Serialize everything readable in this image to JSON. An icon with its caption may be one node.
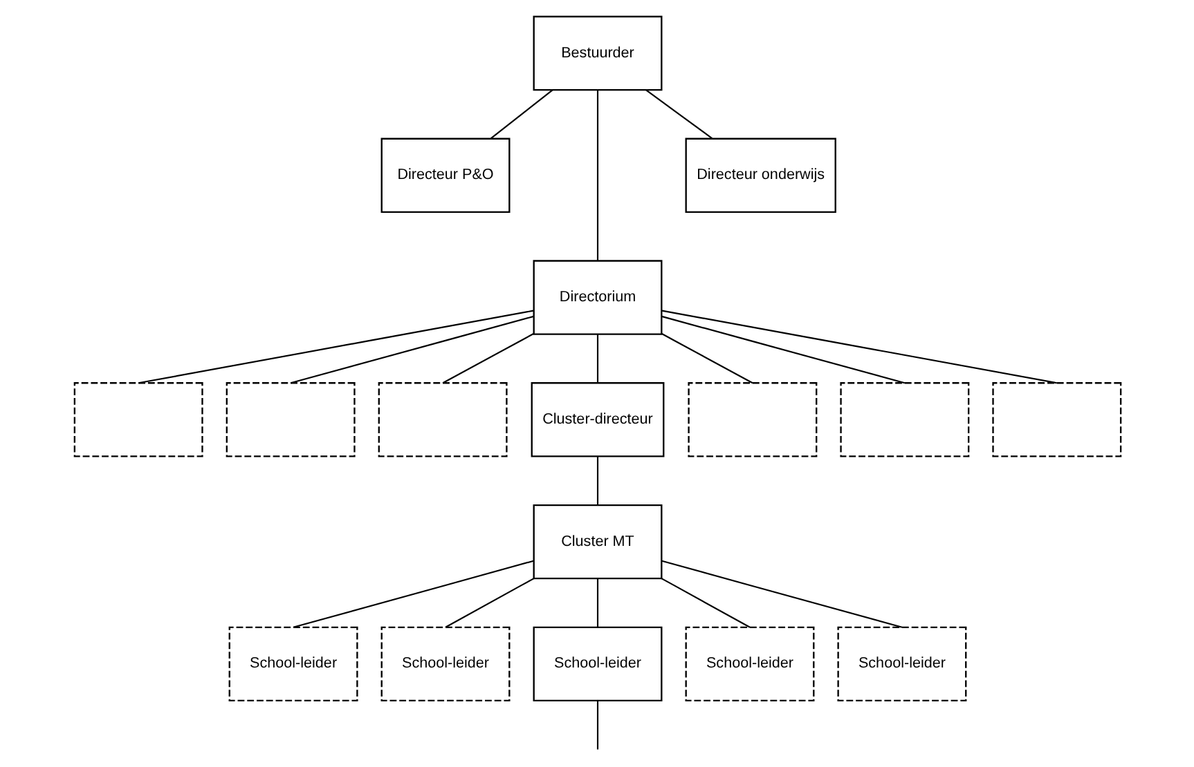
{
  "diagram": {
    "nodes": [
      {
        "text": [
          "Bestuurder"
        ]
      },
      {
        "text": [
          "Directeur P&O"
        ]
      },
      {
        "text": [
          "Directeur onderwijs"
        ]
      },
      {
        "text": [
          "Directorium"
        ]
      },
      {
        "text": [],
        "shape": "box"
      },
      {
        "text": [],
        "shape": "box"
      },
      {
        "text": [],
        "shape": "box"
      },
      {
        "text": [
          "Cluster-directeur"
        ]
      },
      {
        "text": [],
        "shape": "box"
      },
      {
        "text": [],
        "shape": "box"
      },
      {
        "text": [],
        "shape": "box"
      },
      {
        "text": [
          "Cluster MT"
        ]
      },
      {
        "text": [
          "School-leider"
        ]
      },
      {
        "text": [
          "School-leider"
        ]
      },
      {
        "text": [
          "School-leider"
        ]
      },
      {
        "text": [
          "School-leider"
        ]
      },
      {
        "text": [
          "School-leider"
        ]
      }
    ],
    "edges": [
      {
        "from": 0,
        "to": 1,
        "arrow": "none"
      },
      {
        "from": 0,
        "to": 2,
        "arrow": "none"
      },
      {
        "from": 0,
        "to": 3,
        "arrow": "none"
      },
      {
        "from": 3,
        "to": 4,
        "arrow": "none"
      },
      {
        "from": 3,
        "to": 5,
        "arrow": "none"
      },
      {
        "from": 3,
        "to": 6,
        "arrow": "none"
      },
      {
        "from": 3,
        "to": 7,
        "arrow": "none"
      },
      {
        "from": 3,
        "to": 8,
        "arrow": "none"
      },
      {
        "from": 3,
        "to": 9,
        "arrow": "none"
      },
      {
        "from": 3,
        "to": 10,
        "arrow": "none"
      },
      {
        "from": 7,
        "to": 11,
        "arrow": "none"
      },
      {
        "from": 11,
        "to": 12,
        "arrow": "none"
      },
      {
        "from": 11,
        "to": 13,
        "arrow": "none"
      },
      {
        "from": 11,
        "to": 14,
        "arrow": "none"
      },
      {
        "from": 11,
        "to": 15,
        "arrow": "none"
      },
      {
        "from": 11,
        "to": 16,
        "arrow": "none"
      },
      {
        "from": 14,
        "to": null,
        "arrow": "none"
      }
    ]
  }
}
